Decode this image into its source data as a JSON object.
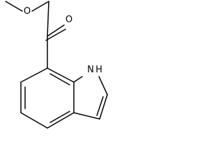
{
  "molecule": {
    "atoms": [
      {
        "id": "O1",
        "label": "O"
      },
      {
        "id": "O2",
        "label": "O"
      },
      {
        "id": "N1",
        "label": "N"
      },
      {
        "id": "H1",
        "label": "H"
      }
    ]
  }
}
